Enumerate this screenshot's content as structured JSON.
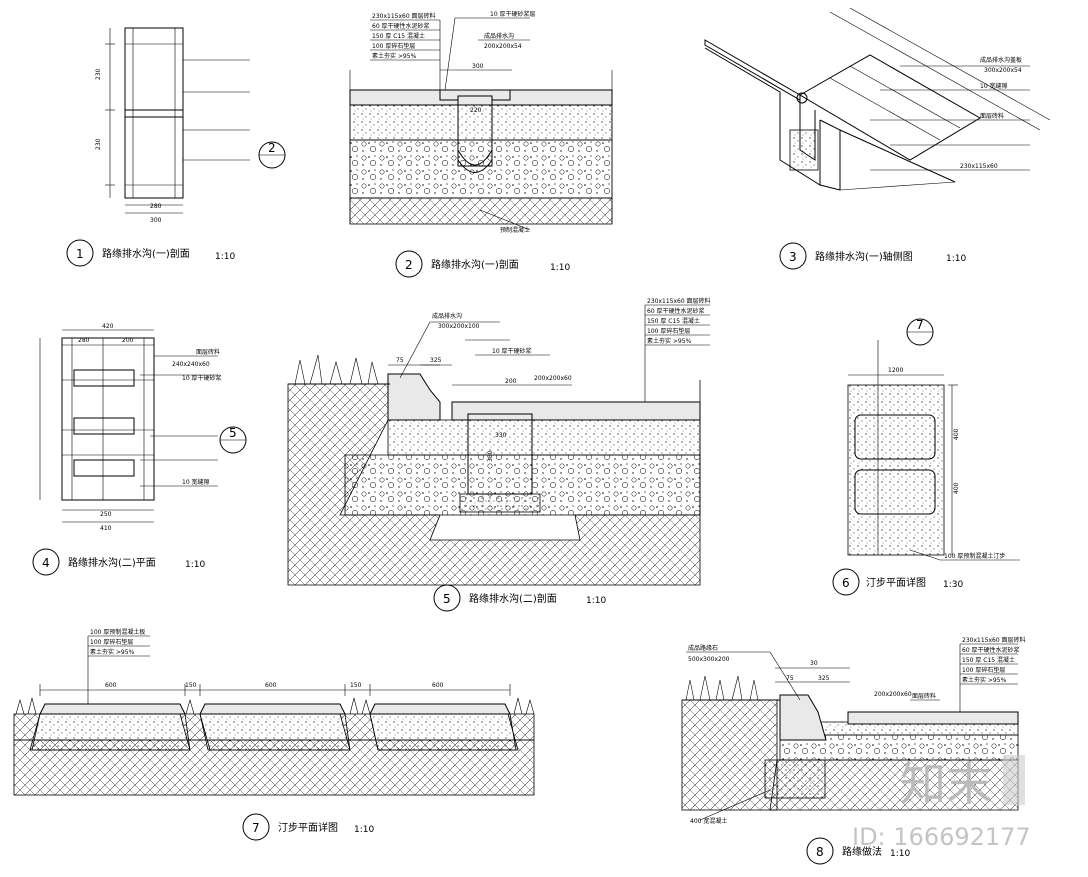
{
  "details": [
    {
      "number": "1",
      "title": "路缘排水沟(一)剖面",
      "scale": "1:10"
    },
    {
      "number": "2",
      "title": "路缘排水沟(一)剖面",
      "scale": "1:10"
    },
    {
      "number": "3",
      "title": "路缘排水沟(一)轴侧图",
      "scale": "1:10"
    },
    {
      "number": "4",
      "title": "路缘排水沟(二)平面",
      "scale": "1:10"
    },
    {
      "number": "5",
      "title": "路缘排水沟(二)剖面",
      "scale": "1:10"
    },
    {
      "number": "6",
      "title": "汀步平面详图",
      "scale": "1:30"
    },
    {
      "number": "7",
      "title": "汀步平面详图",
      "scale": "1:10"
    },
    {
      "number": "8",
      "title": "路缘做法",
      "scale": "1:10"
    }
  ],
  "refs": {
    "r2": "2",
    "r5": "5",
    "r7": "7"
  },
  "dims": {
    "d1a": "280",
    "d1b": "300",
    "d1c": "230",
    "d1d": "230",
    "d2a": "300",
    "d2b": "220",
    "d4a": "420",
    "d4b": "280",
    "d4c": "200",
    "d4d": "250",
    "d4e": "410",
    "d5a": "75",
    "d5b": "325",
    "d5c": "200",
    "d5d": "330",
    "d5e": "380",
    "d6a": "1200",
    "d6b": "400",
    "d6c": "400",
    "d7a": "600",
    "d7b": "150",
    "d7c": "600",
    "d7d": "150",
    "d7e": "600",
    "d8a": "30",
    "d8b": "75",
    "d8c": "325",
    "d8d": "200x200x60"
  },
  "notes": {
    "n2a": "230x115x60 面层砖料",
    "n2b": "60 厚干硬性水泥砂浆",
    "n2c": "150 厚 C15 混凝土",
    "n2d": "100 厚碎石垫层",
    "n2e": "素土夯实 >95%",
    "n2f": "10 厚干硬砂浆层",
    "n2g": "成品排水沟",
    "n2h": "200x200x54",
    "n2i": "预制混凝土",
    "n3a": "成品排水沟盖板",
    "n3b": "300x200x54",
    "n3c": "10 宽缝隙",
    "n3d": "面层砖料",
    "n3e": "230x115x60",
    "n4a": "面层砖料",
    "n4b": "240x240x60",
    "n4c": "10 厚干硬砂浆",
    "n4d": "10 宽缝隙",
    "n5a": "成品排水沟",
    "n5b": "300x200x100",
    "n5c": "10 厚干硬砂浆",
    "n5d": "200x200x60",
    "n6a": "100 厚预制混凝土汀步",
    "n7a": "100 厚预制混凝土板",
    "n7b": "100 厚碎石垫层",
    "n7c": "素土夯实 >95%",
    "n8a": "成品路缘石",
    "n8b": "500x300x200",
    "n8c": "面层砖料",
    "n8d": "400 宽混凝土"
  },
  "watermark": {
    "logo": "知末",
    "id": "ID: 166692177"
  }
}
